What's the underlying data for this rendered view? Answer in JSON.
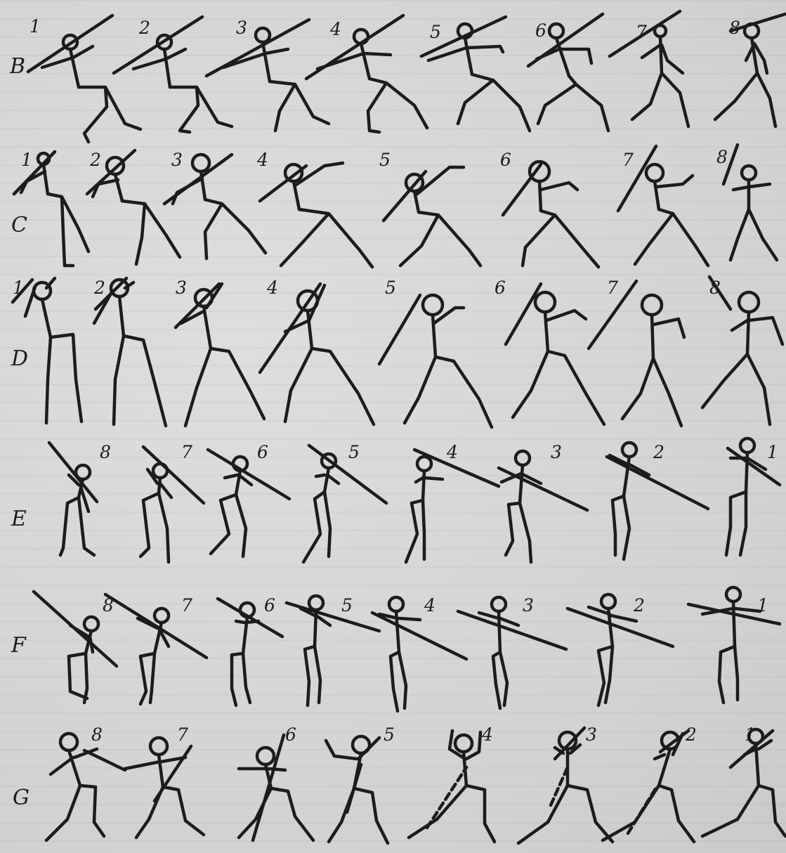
{
  "rows": [
    {
      "letter": "B",
      "frames": [
        "1",
        "2",
        "3",
        "4",
        "5",
        "6",
        "7",
        "8"
      ]
    },
    {
      "letter": "C",
      "frames": [
        "1",
        "2",
        "3",
        "4",
        "5",
        "6",
        "7",
        "8"
      ]
    },
    {
      "letter": "D",
      "frames": [
        "1",
        "2",
        "3",
        "4",
        "5",
        "6",
        "7",
        "8"
      ]
    },
    {
      "letter": "E",
      "frames": [
        "8",
        "7",
        "6",
        "5",
        "4",
        "3",
        "2",
        "1"
      ]
    },
    {
      "letter": "F",
      "frames": [
        "8",
        "7",
        "6",
        "5",
        "4",
        "3",
        "2",
        "1"
      ]
    },
    {
      "letter": "G",
      "frames": [
        "8",
        "7",
        "6",
        "5",
        "4",
        "3",
        "2",
        "1"
      ]
    }
  ]
}
